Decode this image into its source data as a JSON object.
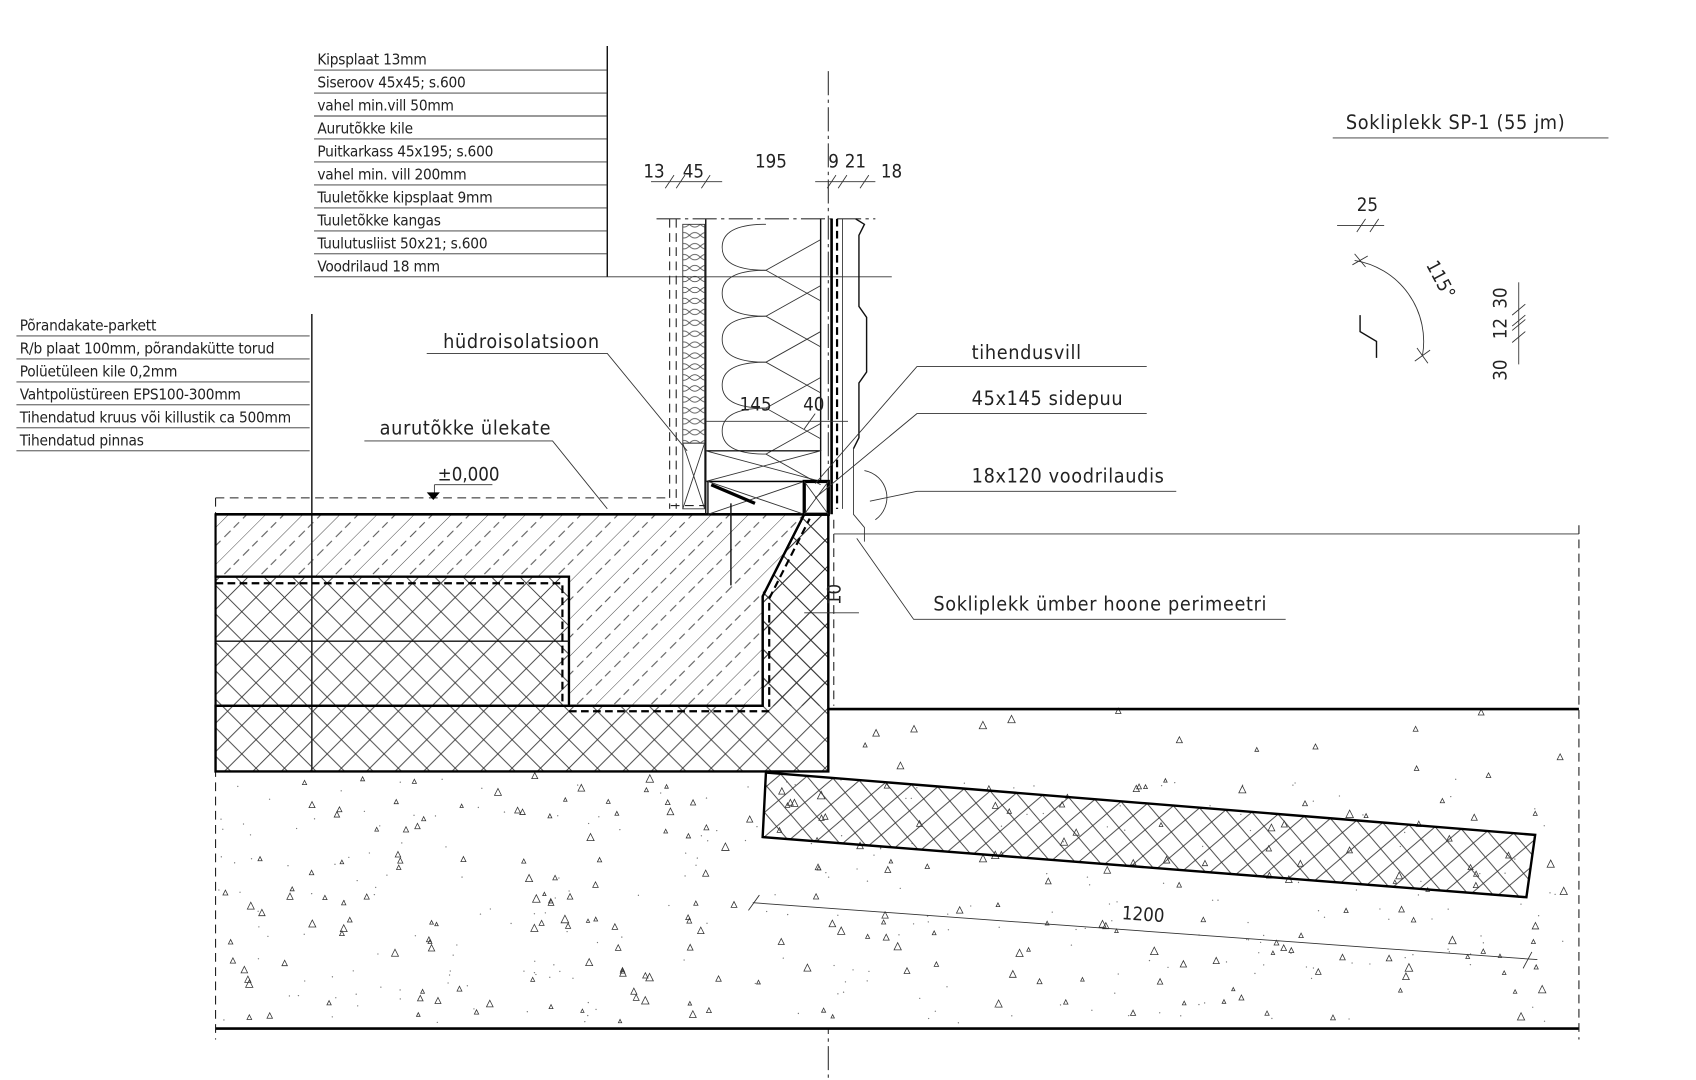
{
  "wall_layers": [
    "Kipsplaat 13mm",
    "Siseroov 45x45; s.600",
    "vahel min.vill 50mm",
    "Aurutõkke kile",
    "Puitkarkass 45x195; s.600",
    "vahel min. vill 200mm",
    "Tuuletõkke kipsplaat 9mm",
    "Tuuletõkke kangas",
    "Tuulutusliist 50x21; s.600",
    "Voodrilaud 18 mm"
  ],
  "floor_layers": [
    "Põrandakate-parkett",
    "R/b plaat 100mm, põrandakütte torud",
    "Polüetüleen kile 0,2mm",
    "Vahtpolüstüreen EPS100-300mm",
    "Tihendatud kruus või killustik ca 500mm",
    "Tihendatud pinnas"
  ],
  "callouts": {
    "hydro": "hüdroisolatsioon",
    "vapour_overlap": "aurutõkke ülekate",
    "level": "±0,000",
    "sealing_wool": "tihendusvill",
    "sill_beam": "45x145 sidepuu",
    "cladding": "18x120 voodrilaudis",
    "plinth_flashing": "Sokliplekk ümber hoone perimeetri"
  },
  "dimensions": {
    "top": [
      "13",
      "45",
      "195",
      "9",
      "21",
      "18"
    ],
    "stud": [
      "145",
      "40"
    ],
    "gap": "10",
    "insulation_length": "1200"
  },
  "flashing_detail": {
    "title": "Sokliplekk SP-1 (55 jm)",
    "width": "25",
    "angle": "115°",
    "heights": [
      "30",
      "12",
      "30"
    ]
  }
}
